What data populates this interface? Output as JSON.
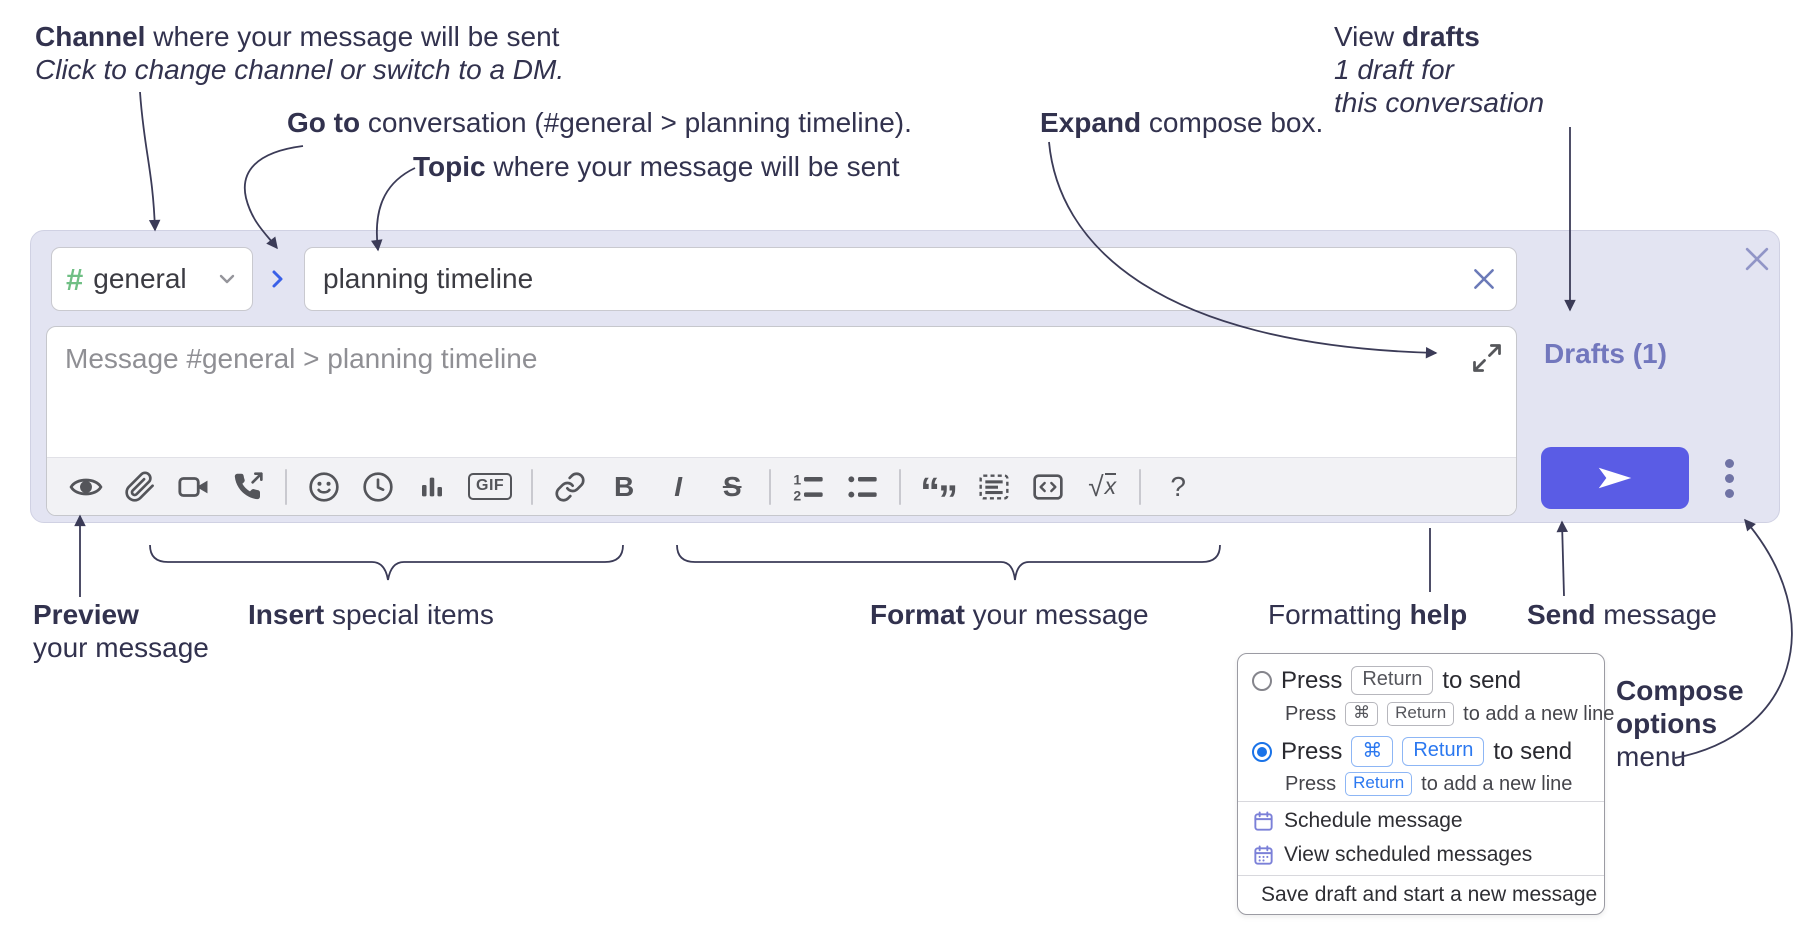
{
  "annotations": {
    "channel": {
      "bold": "Channel",
      "rest": " where your message will be sent",
      "italic": "Click to change channel or switch to a DM."
    },
    "goto": {
      "bold": "Go to",
      "rest": " conversation (#general > planning timeline)."
    },
    "topic": {
      "bold": "Topic",
      "rest": " where your message will be sent"
    },
    "expand": {
      "bold": "Expand",
      "rest": " compose box."
    },
    "view_drafts": {
      "pre": "View ",
      "bold": "drafts",
      "line2": "1 draft for",
      "line3": "this conversation"
    },
    "preview": {
      "bold": "Preview",
      "line2": "your message"
    },
    "insert": {
      "bold": "Insert",
      "rest": " special items"
    },
    "format": {
      "bold": "Format",
      "rest": " your message"
    },
    "help": {
      "pre": "Formatting ",
      "bold": "help"
    },
    "send": {
      "bold": "Send",
      "rest": " message"
    },
    "compose_options": {
      "line1": "Compose",
      "line2": "options",
      "line3": "menu"
    }
  },
  "compose": {
    "channel": {
      "hash": "#",
      "name": "general"
    },
    "topic_value": "planning timeline",
    "message_placeholder": "Message #general > planning timeline",
    "drafts_label": "Drafts (1)",
    "toolbar": {
      "gif": "GIF",
      "bold": "B",
      "italic": "I",
      "strike": "S",
      "ol1": "1",
      "ol2": "2",
      "quote_open": "“",
      "quote_close": "”",
      "sqrt": "√",
      "x": "x",
      "help": "?"
    },
    "toolbar_icons": [
      "eye-preview",
      "paperclip-attach",
      "video-call",
      "phone-call",
      "emoji-smiley",
      "clock-schedule",
      "bar-chart-poll",
      "gif",
      "link",
      "bold",
      "italic",
      "strikethrough",
      "numbered-list",
      "bulleted-list",
      "quote",
      "spoiler",
      "code",
      "math",
      "help"
    ]
  },
  "menu": {
    "press": "Press",
    "return_key": "Return",
    "cmd_key": "⌘",
    "to_send": "to send",
    "to_add": "to add a new line",
    "items": [
      "Schedule message",
      "View scheduled messages",
      "Save draft and start a new message"
    ]
  },
  "colors": {
    "container_bg": "#e3e4f2",
    "send_button": "#5a5ce5",
    "drafts_link": "#7277bd",
    "hash_green": "#6fbf84",
    "goto_blue": "#3a60e8",
    "radio_selected": "#1a73e8",
    "key_blue": "#2b78f0",
    "menu_icon_purple": "#7b80d8",
    "annotation_ink": "#32324e"
  }
}
